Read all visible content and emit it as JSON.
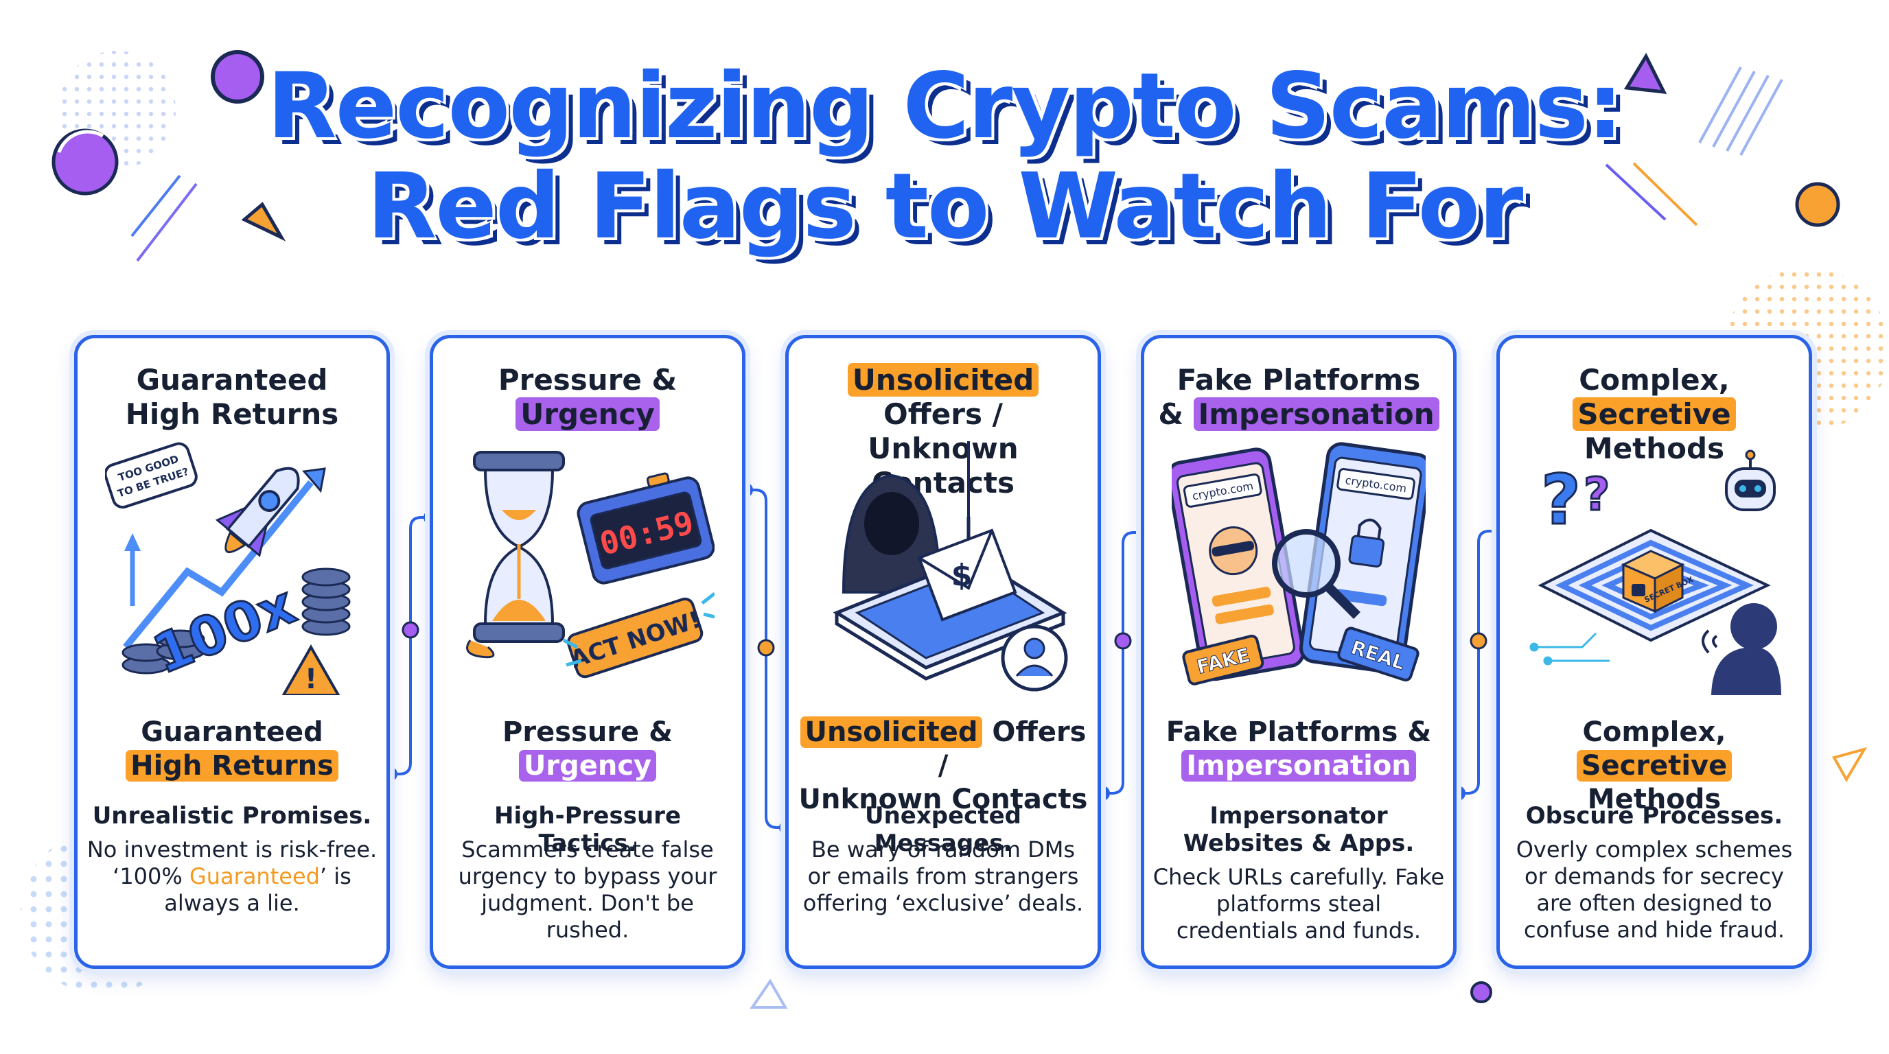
{
  "title": {
    "line1": "Recognizing Crypto Scams:",
    "line2": "Red Flags to Watch For"
  },
  "colors": {
    "blue": "#2b63e8",
    "orange": "#fba12a",
    "purple": "#a862ec",
    "text": "#172033"
  },
  "cards": [
    {
      "heading_line1": "Guaranteed",
      "heading_line2": "High Returns",
      "art_bubble": "TOO GOOD TO BE TRUE?",
      "art_label": "100x",
      "subheading_line1": "Guaranteed",
      "subheading_line2": "High Returns",
      "lead": "Unrealistic Promises.",
      "body_part1": "No investment is risk-free.",
      "body_part2": "‘100% ",
      "body_highlight": "Guaranteed",
      "body_part3": "’ is always a lie."
    },
    {
      "heading_line1": "Pressure &",
      "heading_line2": "Urgency",
      "art_timer": "00:59",
      "art_banner": "ACT NOW!",
      "subheading_line1": "Pressure &",
      "subheading_line2": "Urgency",
      "lead": "High-Pressure Tactics.",
      "body": "Scammers create false urgency to bypass your judgment. Don't be rushed."
    },
    {
      "heading_highlight": "Unsolicited",
      "heading_rest1": " Offers /",
      "heading_line2": "Unknown Contacts",
      "art_symbol": "$",
      "subheading_highlight": "Unsolicited",
      "subheading_rest1": " Offers /",
      "subheading_line2": "Unknown Contacts",
      "lead": "Unexpected Messages.",
      "body": "Be wary of random DMs or emails from strangers offering ‘exclusive’ deals."
    },
    {
      "heading_line1": "Fake Platforms",
      "heading_prefix2": "& ",
      "heading_highlight2": "Impersonation",
      "art_url_fake": "crypto.com",
      "art_url_real": "crypto.com",
      "art_fake": "FAKE",
      "art_real": "REAL",
      "subheading_line1": "Fake Platforms &",
      "subheading_highlight2": "Impersonation",
      "lead": "Impersonator Websites & Apps.",
      "body": "Check URLs carefully. Fake platforms steal credentials and funds."
    },
    {
      "heading_line1": "Complex,",
      "heading_highlight2": "Secretive",
      "heading_rest2": " Methods",
      "art_box": "SECRET BOX",
      "subheading_prefix1": "Complex, ",
      "subheading_highlight1": "Secretive",
      "subheading_line2": "Methods",
      "lead": "Obscure Processes.",
      "body": "Overly complex schemes or demands for secrecy are often designed to confuse and hide fraud."
    }
  ]
}
